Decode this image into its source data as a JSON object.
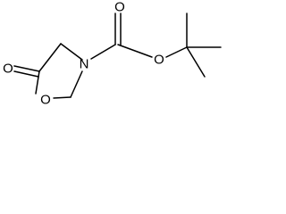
{
  "structure": {
    "atoms": {
      "carbonyl_oxygen_left": "O",
      "ring_oxygen": "O",
      "ring_nitrogen": "N",
      "carbamate_oxygen_double": "O",
      "carbamate_oxygen_ester": "O"
    },
    "colors": {
      "bond": "#000000",
      "label": "#000000",
      "background": "#ffffff"
    }
  }
}
